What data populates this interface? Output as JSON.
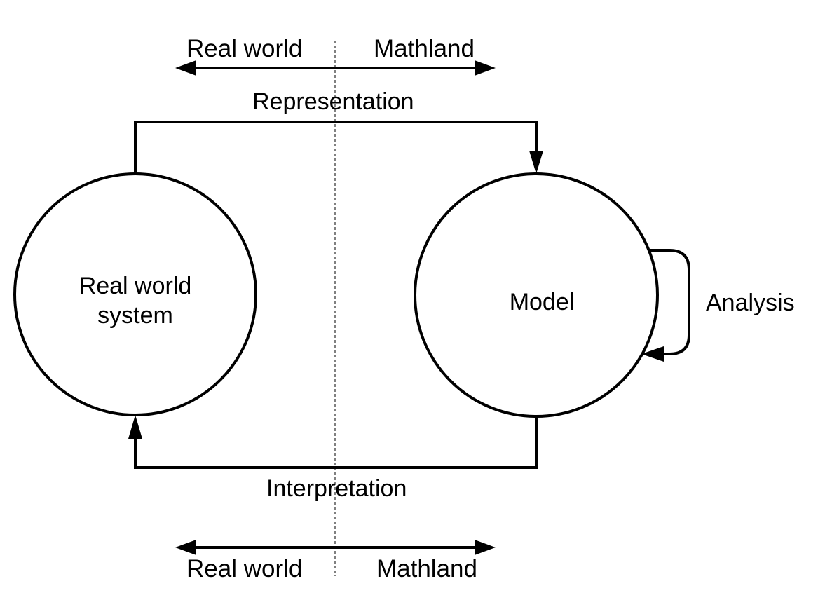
{
  "top_scale": {
    "left_label": "Real world",
    "right_label": "Mathland"
  },
  "bottom_scale": {
    "left_label": "Real world",
    "right_label": "Mathland"
  },
  "flows": {
    "representation": "Representation",
    "interpretation": "Interpretation",
    "analysis": "Analysis"
  },
  "nodes": {
    "real_world_system_line1": "Real world",
    "real_world_system_line2": "system",
    "model": "Model"
  },
  "colors": {
    "stroke": "#000000",
    "background": "#ffffff"
  }
}
